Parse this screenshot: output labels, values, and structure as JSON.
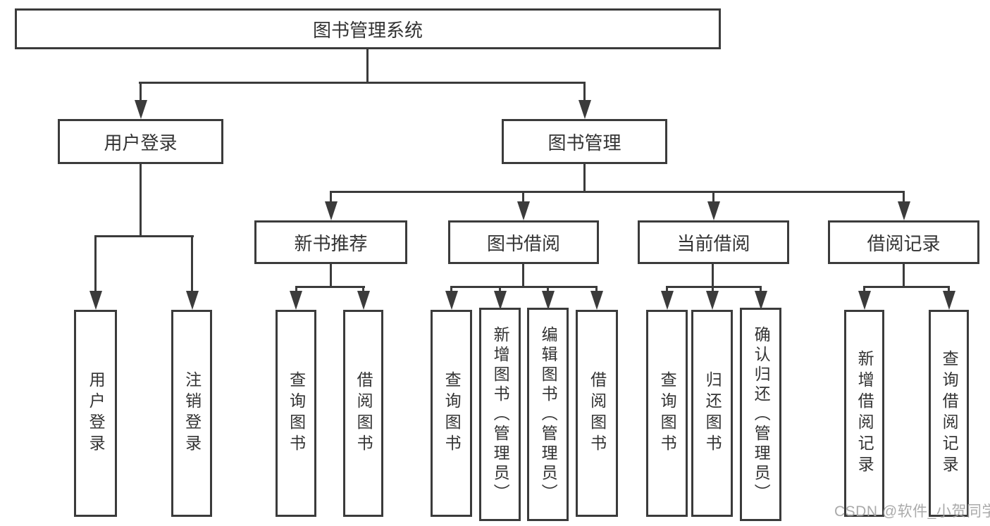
{
  "diagram": {
    "type": "tree-diagram",
    "colors": {
      "background": "#ffffff",
      "line": "#3b3b3b",
      "box_border": "#3b3b3b",
      "box_fill": "#ffffff",
      "text": "#333333",
      "watermark": "#a3a3a3"
    },
    "nodes": {
      "root": "图书管理系统",
      "user_login": "用户登录",
      "book_mgmt": "图书管理",
      "new_book_rec": "新书推荐",
      "book_borrow": "图书借阅",
      "current_borrow": "当前借阅",
      "borrow_record": "借阅记录",
      "ul_user_login": "用户登录",
      "ul_logout": "注销登录",
      "nbr_query_book": "查询图书",
      "nbr_borrow_book": "借阅图书",
      "bb_query_book": "查询图书",
      "bb_add_book": "新增图书（管理员）",
      "bb_edit_book": "编辑图书（管理员）",
      "bb_borrow_book": "借阅图书",
      "cb_query_book": "查询图书",
      "cb_return_book": "归还图书",
      "cb_confirm_return": "确认归还（管理员）",
      "br_add_record": "新增借阅记录",
      "br_query_record": "查询借阅记录"
    },
    "structure": {
      "图书管理系统": {
        "用户登录": [
          "用户登录",
          "注销登录"
        ],
        "图书管理": {
          "新书推荐": [
            "查询图书",
            "借阅图书"
          ],
          "图书借阅": [
            "查询图书",
            "新增图书（管理员）",
            "编辑图书（管理员）",
            "借阅图书"
          ],
          "当前借阅": [
            "查询图书",
            "归还图书",
            "确认归还（管理员）"
          ],
          "借阅记录": [
            "新增借阅记录",
            "查询借阅记录"
          ]
        }
      }
    }
  },
  "watermark": {
    "text": "CSDN @软件_小贺同学"
  }
}
